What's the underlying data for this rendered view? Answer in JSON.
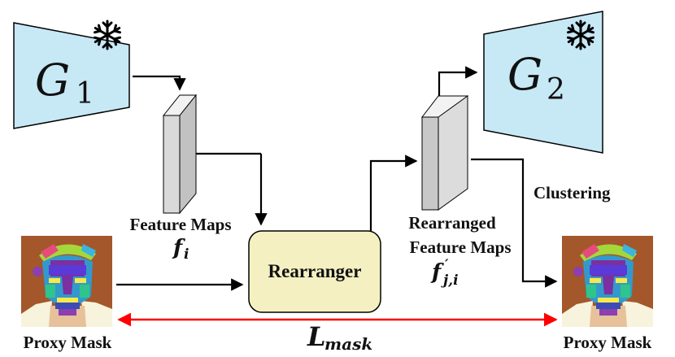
{
  "generators": {
    "g1": {
      "symbol": "G",
      "subscript": "1",
      "frozen_icon": "snowflake-icon"
    },
    "g2": {
      "symbol": "G",
      "subscript": "2",
      "frozen_icon": "snowflake-icon"
    }
  },
  "feature_maps": {
    "label": "Feature Maps",
    "symbol": "f",
    "subscript": "i"
  },
  "rearranged_feature_maps": {
    "label_line1": "Rearranged",
    "label_line2": "Feature Maps",
    "symbol": "f",
    "prime": "′",
    "subscript": "j,i"
  },
  "rearranger": {
    "label": "Rearranger"
  },
  "clustering": {
    "label": "Clustering"
  },
  "proxy_mask_left": {
    "label": "Proxy Mask"
  },
  "proxy_mask_right": {
    "label": "Proxy Mask"
  },
  "loss": {
    "symbol": "L",
    "subscript": "mask"
  },
  "colors": {
    "generator_fill": "#c7e8f5",
    "feature_map_front": "#c8c8c8",
    "feature_map_side": "#e6e6e6",
    "rearranger_fill": "#f4f0c2",
    "loss_arrow": "#ff0000",
    "arrow": "#000000"
  }
}
